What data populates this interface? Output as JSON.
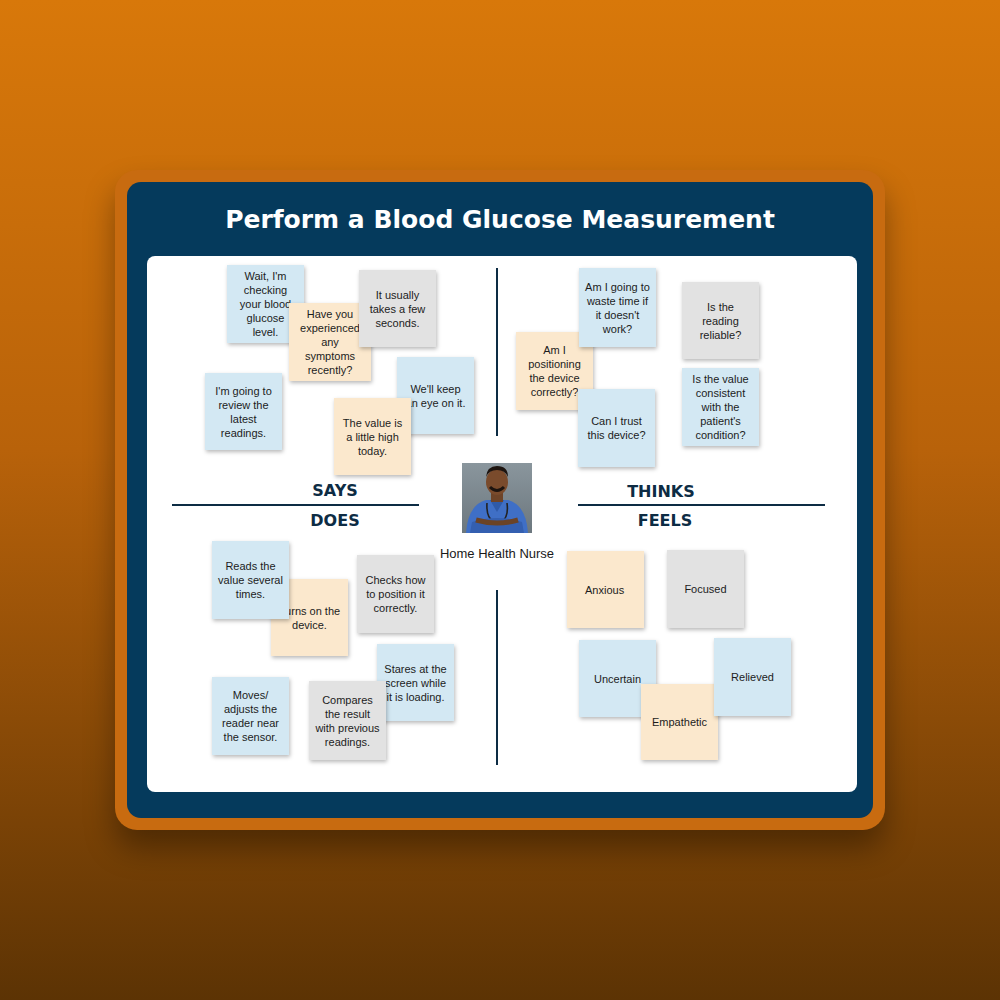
{
  "diagram": {
    "title": "Perform a Blood Glucose Measurement",
    "nodes": [
      {
        "text": [
          "Wait, I'm checking your blood glucose level."
        ]
      },
      {
        "text": [
          "Have you experienced any symptoms recently?"
        ]
      },
      {
        "text": [
          "It usually takes a few seconds."
        ]
      },
      {
        "text": [
          "I'm going to review the latest readings."
        ]
      },
      {
        "text": [
          "We'll keep an eye on it."
        ]
      },
      {
        "text": [
          "The value is a little high today."
        ]
      },
      {
        "text": [
          "Am I going to waste time if it doesn't work?"
        ]
      },
      {
        "text": [
          "Is the reading reliable?"
        ]
      },
      {
        "text": [
          "Am I positioning the device correctly?"
        ]
      },
      {
        "text": [
          "Can I trust this device?"
        ]
      },
      {
        "text": [
          "Is the value consistent with the patient's condition?"
        ]
      },
      {
        "text": [
          "Reads the value several times."
        ]
      },
      {
        "text": [
          "Turns on the device."
        ]
      },
      {
        "text": [
          "Checks how to position it correctly."
        ]
      },
      {
        "text": [
          "Stares at the screen while it is loading."
        ]
      },
      {
        "text": [
          "Moves/ adjusts the reader near the sensor."
        ]
      },
      {
        "text": [
          "Compares the result with previous readings."
        ]
      },
      {
        "text": [
          "Anxious"
        ]
      },
      {
        "text": [
          "Focused"
        ]
      },
      {
        "text": [
          "Uncertain"
        ]
      },
      {
        "text": [
          "Empathetic"
        ]
      },
      {
        "text": [
          "Relieved"
        ]
      }
    ],
    "labels": [
      "SAYS",
      "THINKS",
      "DOES",
      "FEELS",
      "Home Health Nurse"
    ]
  }
}
